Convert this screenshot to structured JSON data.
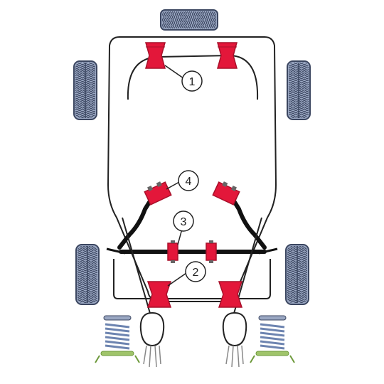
{
  "callouts": [
    {
      "label": "1"
    },
    {
      "label": "2"
    },
    {
      "label": "3"
    },
    {
      "label": "4"
    }
  ],
  "colors": {
    "bush_red": "#e3173a",
    "bush_dark": "#a8102a",
    "tyre_fill": "#9aa7c2",
    "tyre_tread": "#3b4660",
    "frame_stroke": "#222222",
    "spring_blue": "#6d84b0",
    "spring_seat": "#9fc46a"
  },
  "icons": [
    "tyre-icon",
    "bush-icon",
    "coil-spring-icon",
    "axle-hub-icon"
  ]
}
